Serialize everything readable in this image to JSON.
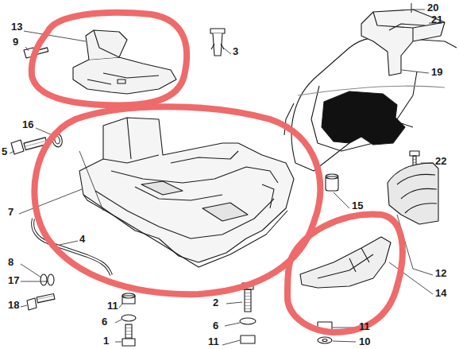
{
  "diagram": {
    "labels": [
      "20",
      "13",
      "21",
      "9",
      "3",
      "19",
      "16",
      "5",
      "22",
      "7",
      "15",
      "4",
      "8",
      "12",
      "17",
      "14",
      "11",
      "2",
      "18",
      "6",
      "6",
      "11",
      "1",
      "11",
      "10"
    ]
  }
}
